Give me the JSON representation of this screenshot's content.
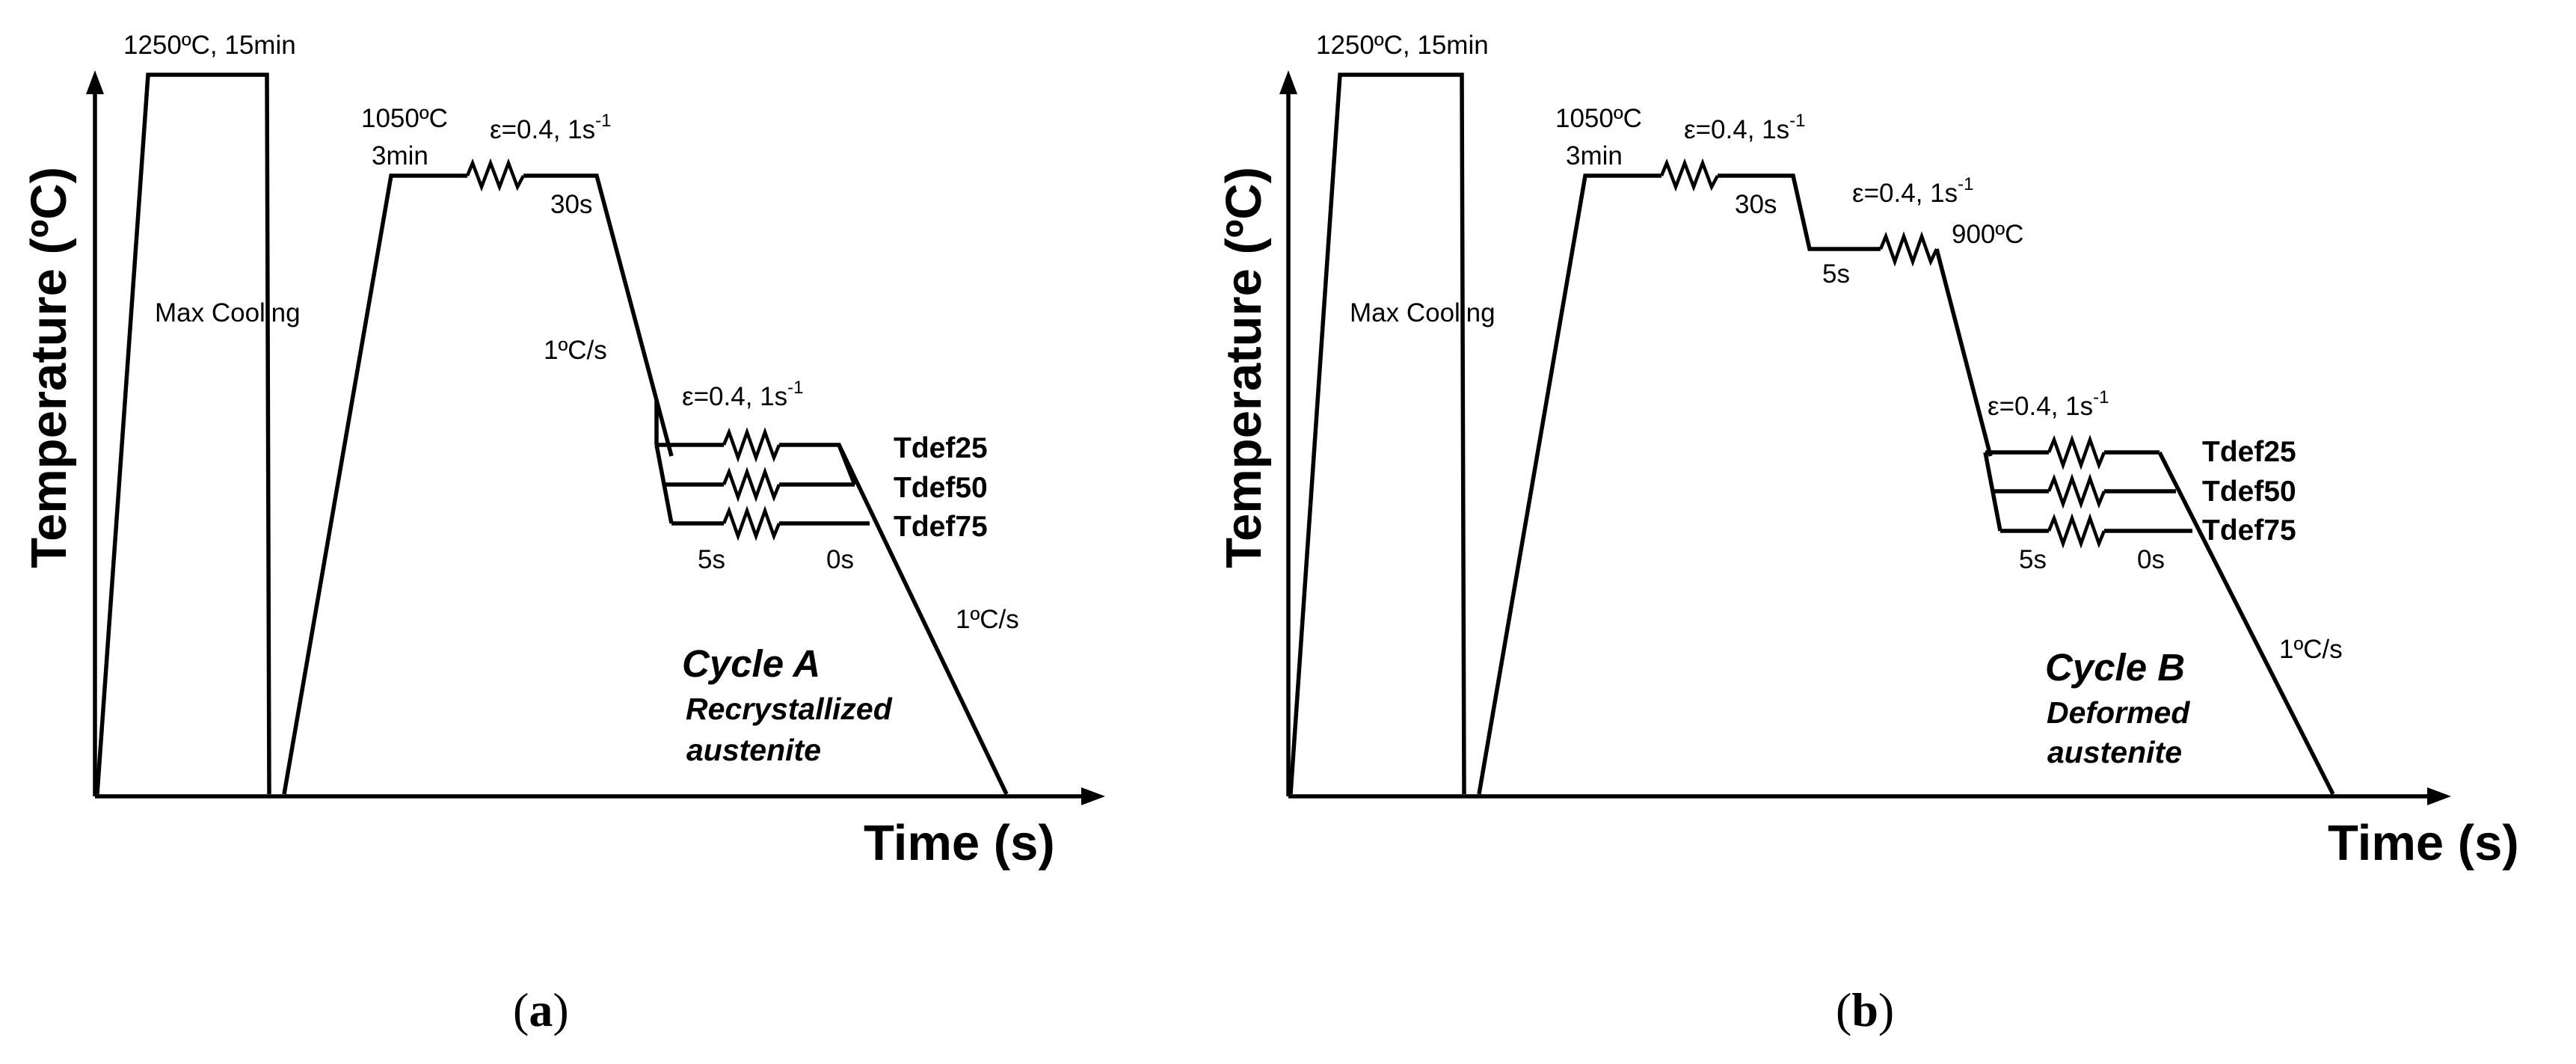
{
  "panels": [
    {
      "y_axis_label": "Temperature  (ºC)",
      "x_axis_label": "Time (s)",
      "soak_label": "1250ºC, 15min",
      "max_cooling_label": "Max Cooling",
      "roughing_temp": "1050ºC",
      "roughing_time": "3min",
      "roughing_strain": "ε=0.4, 1s",
      "strain_rate_sup": "-1",
      "hold_after_roughing": "30s",
      "cooling_rate_1": "1ºC/s",
      "second_strain": "ε=0.4, 1s",
      "second_strain_sup": "-1",
      "tdef": [
        "Tdef25",
        "Tdef50",
        "Tdef75"
      ],
      "hold_before": "5s",
      "hold_after": "0s",
      "cooling_rate_2": "1ºC/s",
      "cycle_title": "Cycle A",
      "cycle_sub_1": "Recrystallized",
      "cycle_sub_2": "austenite",
      "caption_open": "(",
      "caption_letter": "a",
      "caption_close": ")"
    },
    {
      "y_axis_label": "Temperature  (ºC)",
      "x_axis_label": "Time (s)",
      "soak_label": "1250ºC, 15min",
      "max_cooling_label": "Max Cooling",
      "roughing_temp": "1050ºC",
      "roughing_time": "3min",
      "roughing_strain": "ε=0.4, 1s",
      "strain_rate_sup": "-1",
      "hold_after_roughing": "30s",
      "intermediate_strain": "ε=0.4, 1s",
      "intermediate_strain_sup": "-1",
      "intermediate_hold": "5s",
      "intermediate_temp": "900ºC",
      "second_strain": "ε=0.4, 1s",
      "second_strain_sup": "-1",
      "tdef": [
        "Tdef25",
        "Tdef50",
        "Tdef75"
      ],
      "hold_before": "5s",
      "hold_after": "0s",
      "cooling_rate_2": "1ºC/s",
      "cycle_title": "Cycle B",
      "cycle_sub_1": "Deformed",
      "cycle_sub_2": "austenite",
      "caption_open": "(",
      "caption_letter": "b",
      "caption_close": ")"
    }
  ]
}
